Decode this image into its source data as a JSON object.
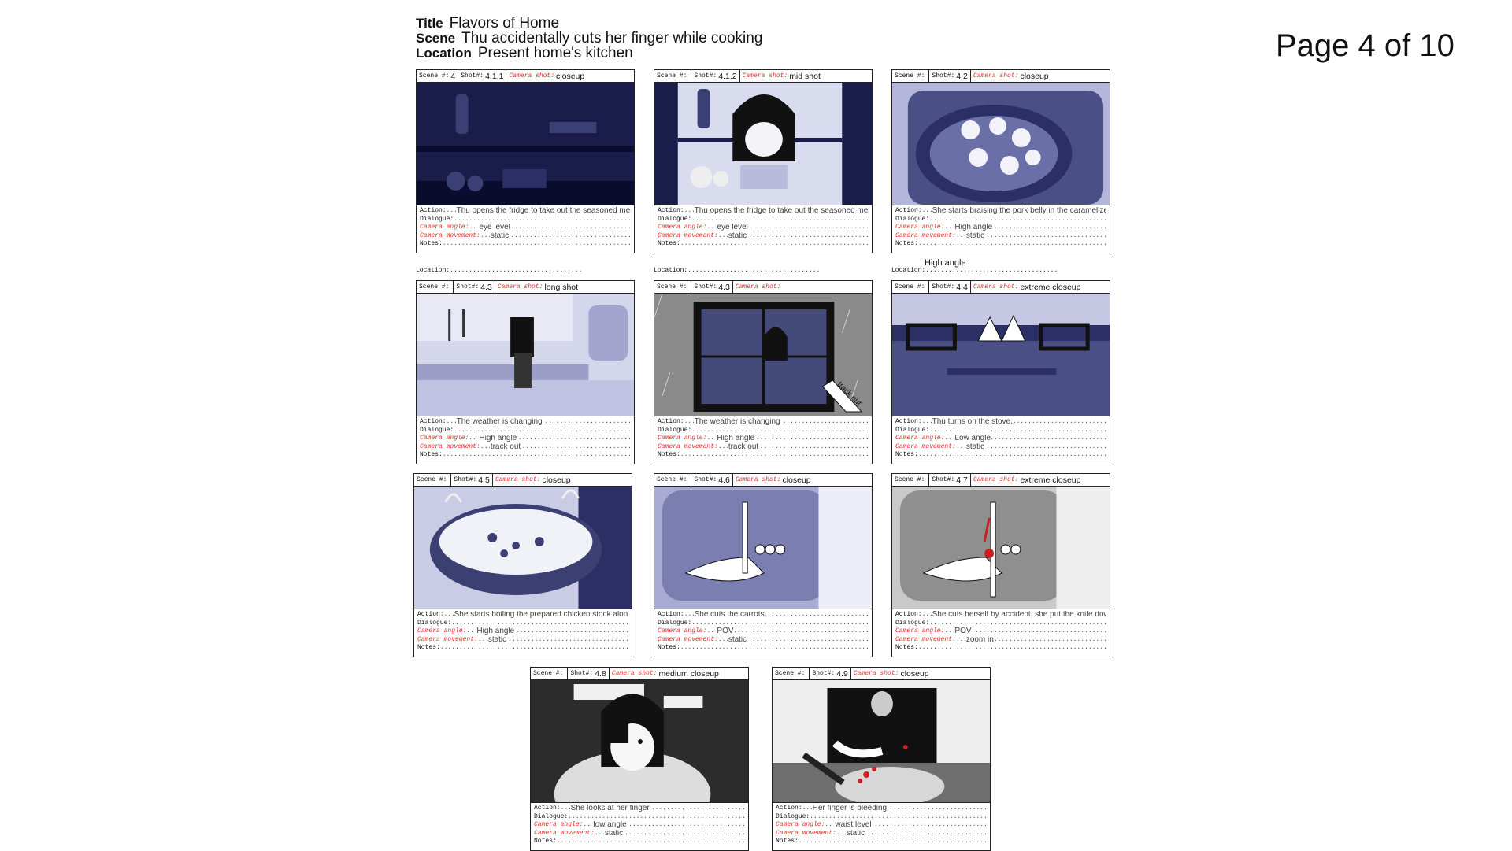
{
  "header": {
    "title_label": "Title",
    "title_value": "Flavors of Home",
    "scene_label": "Scene",
    "scene_value": "Thu accidentally cuts her finger while cooking",
    "location_label": "Location",
    "location_value": "Present home's kitchen"
  },
  "page_indicator": "Page 4 of 10",
  "labels": {
    "scene": "Scene #:",
    "shot": "Shot#:",
    "camera_shot": "Camera shot:",
    "action": "Action:",
    "dialogue": "Dialogue:",
    "camera_angle": "Camera angle:",
    "camera_movement": "Camera movement:",
    "notes": "Notes:",
    "location": "Location:"
  },
  "extra_note": "High angle",
  "panels": [
    {
      "scene": "4",
      "shot": "4.1.1",
      "camera_shot": "closeup",
      "action": "Thu opens the fridge to take out the seasoned meat bowl.",
      "dialogue": "",
      "angle": "eye level",
      "movement": "static",
      "notes": ""
    },
    {
      "scene": "",
      "shot": "4.1.2",
      "camera_shot": "mid shot",
      "action": "Thu opens the fridge to take out the seasoned meat bowl.",
      "dialogue": "",
      "angle": "eye level",
      "movement": "static",
      "notes": ""
    },
    {
      "scene": "",
      "shot": "4.2",
      "camera_shot": "closeup",
      "action": "She starts braising the pork belly in the caramelized sauce.",
      "dialogue": "",
      "angle": "High angle",
      "movement": "static",
      "notes": ""
    },
    {
      "scene": "",
      "shot": "4.3",
      "camera_shot": "long shot",
      "action": "The weather is changing",
      "dialogue": "",
      "angle": "High angle",
      "movement": "track out",
      "notes": ""
    },
    {
      "scene": "",
      "shot": "4.3",
      "camera_shot": "",
      "action": "The weather is changing",
      "dialogue": "",
      "angle": "High angle",
      "movement": "track out",
      "notes": "",
      "arrow": "track out"
    },
    {
      "scene": "",
      "shot": "4.4",
      "camera_shot": "extreme closeup",
      "action": "Thu turns on the stove.",
      "dialogue": "",
      "angle": "Low angle",
      "movement": "static",
      "notes": ""
    },
    {
      "scene": "",
      "shot": "4.5",
      "camera_shot": "closeup",
      "action": "She starts boiling the prepared chicken stock along with dried shrimp.",
      "dialogue": "",
      "angle": "High angle",
      "movement": "static",
      "notes": ""
    },
    {
      "scene": "",
      "shot": "4.6",
      "camera_shot": "closeup",
      "action": "She cuts the carrots",
      "dialogue": "",
      "angle": "POV",
      "movement": "static",
      "notes": ""
    },
    {
      "scene": "",
      "shot": "4.7",
      "camera_shot": "extreme closeup",
      "action": "She cuts herself by accident, she put the knife down and check her finger.",
      "dialogue": "",
      "angle": "POV",
      "movement": "zoom in",
      "notes": ""
    },
    {
      "scene": "",
      "shot": "4.8",
      "camera_shot": "medium closeup",
      "action": "She looks at her finger",
      "dialogue": "",
      "angle": "low angle",
      "movement": "static",
      "notes": ""
    },
    {
      "scene": "",
      "shot": "4.9",
      "camera_shot": "closeup",
      "action": "Her finger is bleeding",
      "dialogue": "",
      "angle": "waist level",
      "movement": "static",
      "notes": ""
    }
  ],
  "colors": {
    "ink": "#222222",
    "camera_red": "#e0302a",
    "navy_dark": "#1a1d4a",
    "navy_mid": "#4a4f86",
    "lavender": "#b3b5d9",
    "gray_mid": "#8a8a8a",
    "blood": "#cc1f1f"
  }
}
